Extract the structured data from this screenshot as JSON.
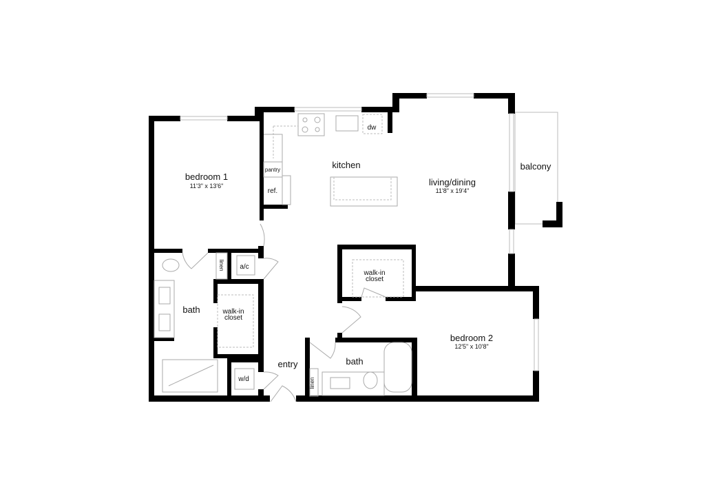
{
  "rooms": {
    "bedroom1": {
      "name": "bedroom 1",
      "dims": "11'3\" x 13'6\""
    },
    "kitchen": {
      "name": "kitchen"
    },
    "living": {
      "name": "living/dining",
      "dims": "11'8\" x 19'4\""
    },
    "balcony": {
      "name": "balcony"
    },
    "bath1": {
      "name": "bath"
    },
    "closet1": {
      "line1": "walk-in",
      "line2": "closet"
    },
    "closet2": {
      "line1": "walk-in",
      "line2": "closet"
    },
    "bedroom2": {
      "name": "bedroom 2",
      "dims": "12'5\" x 10'8\""
    },
    "bath2": {
      "name": "bath"
    },
    "entry": {
      "name": "entry"
    }
  },
  "fixtures": {
    "pantry": "pantry",
    "ref": "ref.",
    "dw": "dw",
    "ac": "a/c",
    "wd": "w/d",
    "linen1": "linen",
    "linen2": "linen"
  }
}
